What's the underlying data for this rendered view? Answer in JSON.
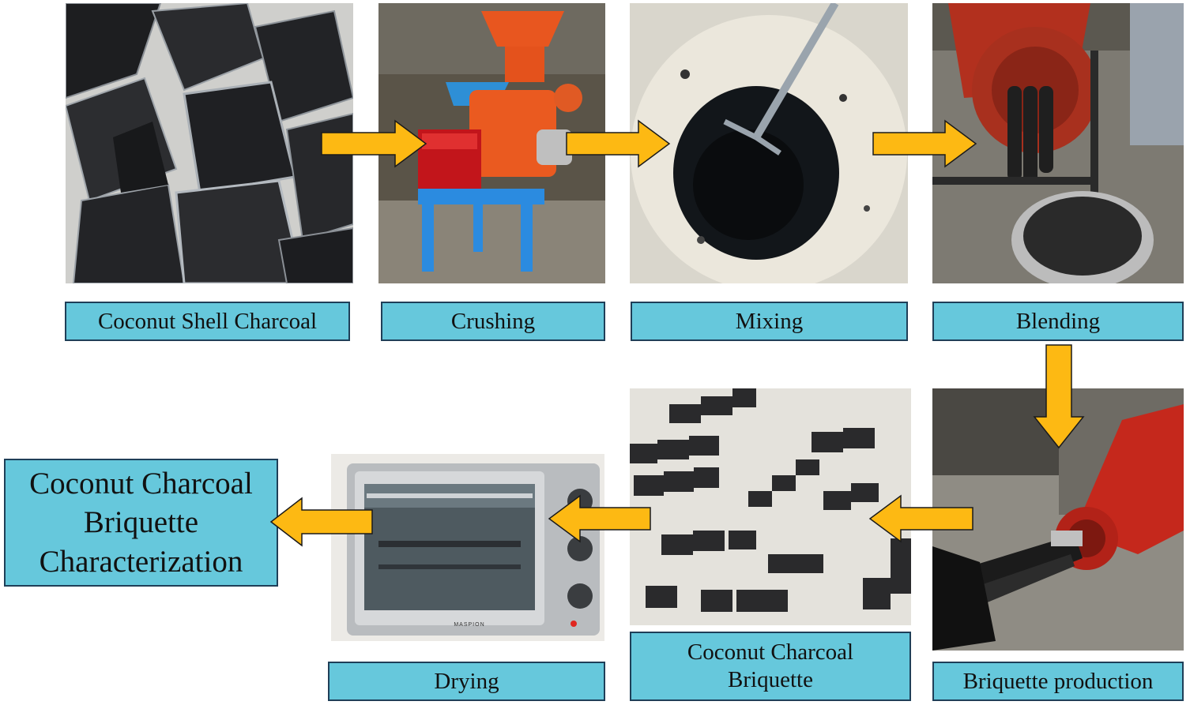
{
  "colors": {
    "label_fill": "#66c8dc",
    "label_border": "#1f3f58",
    "arrow_fill": "#fdb913",
    "arrow_stroke": "#1b1b1b"
  },
  "steps": {
    "coconut_shell_charcoal": "Coconut Shell Charcoal",
    "crushing": "Crushing",
    "mixing": "Mixing",
    "blending": "Blending",
    "briquette_production": "Briquette production",
    "coconut_charcoal_briquette": [
      "Coconut Charcoal",
      "Briquette"
    ],
    "drying": "Drying",
    "characterization": [
      "Coconut Charcoal",
      "Briquette",
      "Characterization"
    ]
  },
  "photos": {
    "oven_brand": "MASPION"
  }
}
